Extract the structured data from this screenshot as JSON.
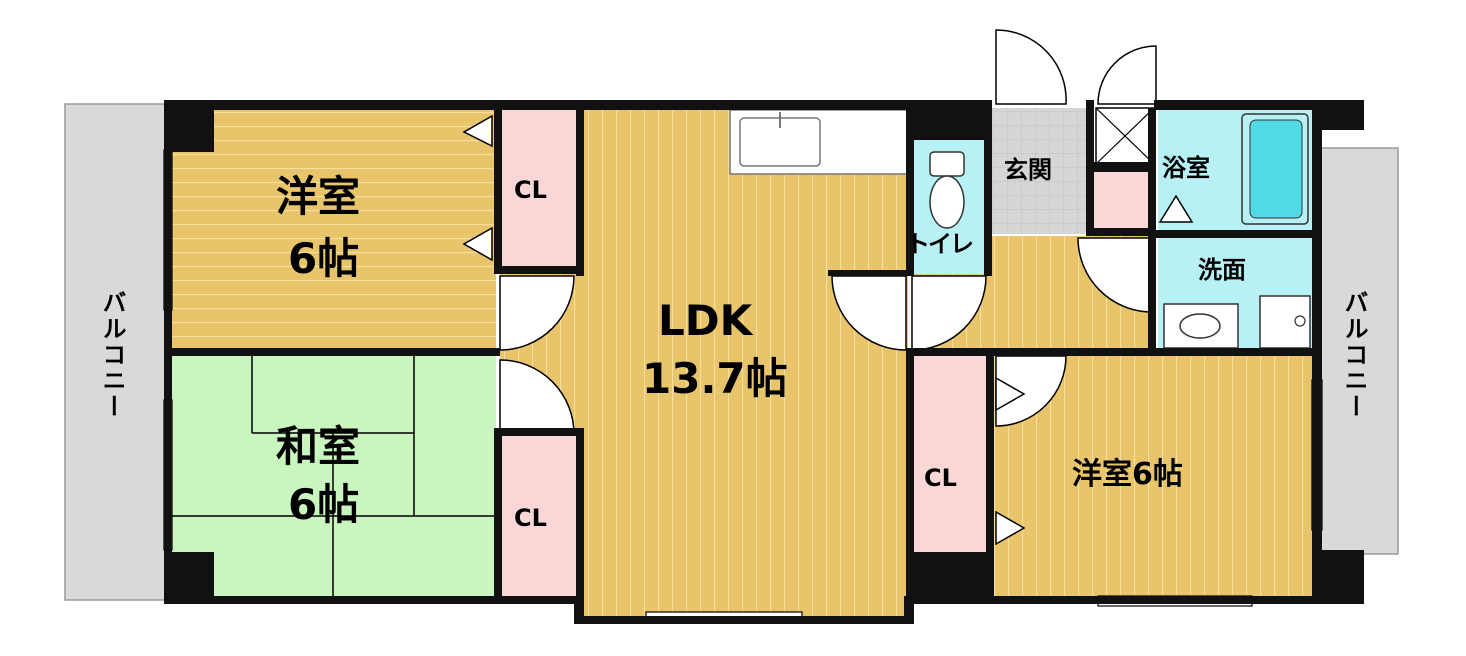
{
  "rooms": {
    "western_room_top": {
      "name": "洋室",
      "size": "6帖"
    },
    "japanese_room": {
      "name": "和室",
      "size": "6帖"
    },
    "ldk": {
      "name": "LDK",
      "size": "13.7帖"
    },
    "western_room_right": {
      "label": "洋室6帖"
    },
    "toilet": "トイレ",
    "entrance": "玄関",
    "bathroom": "浴室",
    "washroom": "洗面",
    "closet_top": "CL",
    "closet_mid": "CL",
    "closet_right": "CL",
    "balcony_left": "バルコニー",
    "balcony_right": "バルコニー"
  },
  "colors": {
    "wood_floor": "#E8C46A",
    "tatami": "#C9F5BE",
    "closet": "#F9D7D7",
    "wet_area": "#B7F1F5",
    "balcony": "#D9D9D9",
    "entrance_tile": "#D5D5D5",
    "wall": "#111111"
  }
}
